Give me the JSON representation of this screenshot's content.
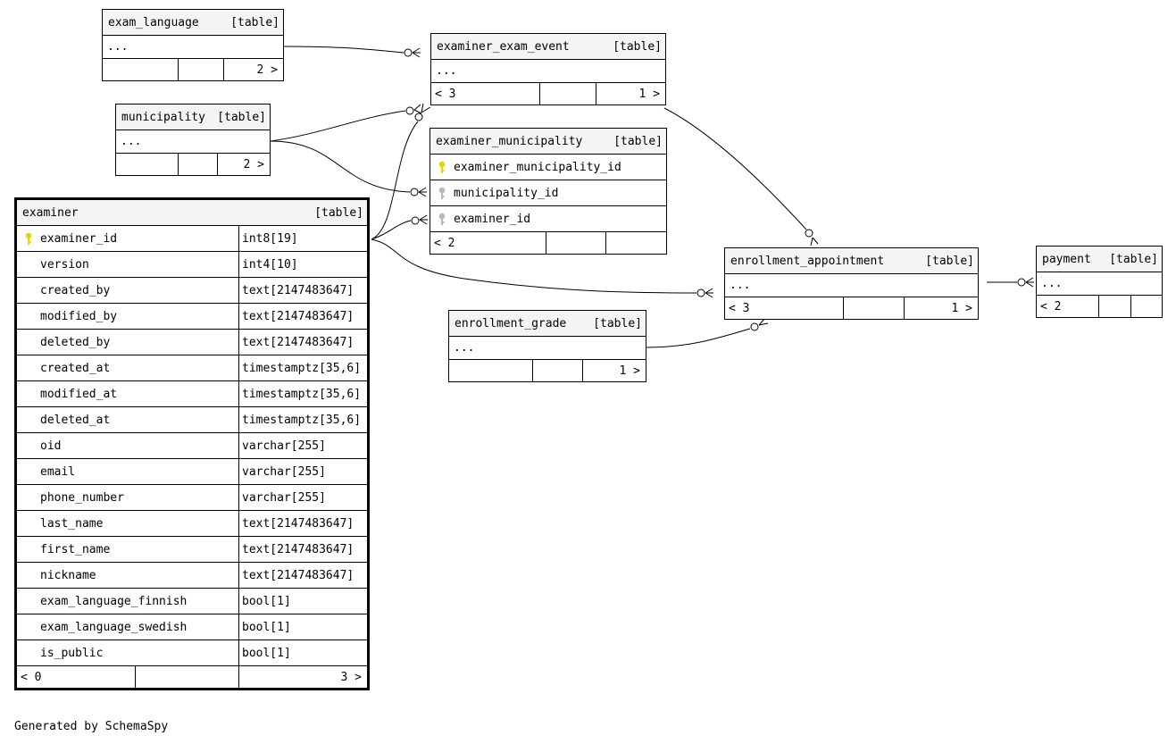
{
  "tag_label": "[table]",
  "ellipsis": "...",
  "generated_by": "Generated by SchemaSpy",
  "colors": {
    "primary_key": "#e6d600",
    "foreign_key": "#b8b8b8",
    "header_bg": "#f4f4f4"
  },
  "tables": {
    "exam_language": {
      "name": "exam_language",
      "foot": [
        "",
        "",
        "2 >"
      ]
    },
    "examiner_exam_event": {
      "name": "examiner_exam_event",
      "foot": [
        "< 3",
        "",
        "1 >"
      ]
    },
    "municipality": {
      "name": "municipality",
      "foot": [
        "",
        "",
        "2 >"
      ]
    },
    "examiner_municipality": {
      "name": "examiner_municipality",
      "columns": [
        {
          "name": "examiner_municipality_id",
          "key": "primary-key-icon"
        },
        {
          "name": "municipality_id",
          "key": "foreign-key-icon"
        },
        {
          "name": "examiner_id",
          "key": "foreign-key-icon"
        }
      ],
      "foot": [
        "< 2",
        "",
        ""
      ]
    },
    "examiner": {
      "name": "examiner",
      "columns": [
        {
          "name": "examiner_id",
          "type": "int8[19]",
          "key": "primary-key-icon"
        },
        {
          "name": "version",
          "type": "int4[10]"
        },
        {
          "name": "created_by",
          "type": "text[2147483647]"
        },
        {
          "name": "modified_by",
          "type": "text[2147483647]"
        },
        {
          "name": "deleted_by",
          "type": "text[2147483647]"
        },
        {
          "name": "created_at",
          "type": "timestamptz[35,6]"
        },
        {
          "name": "modified_at",
          "type": "timestamptz[35,6]"
        },
        {
          "name": "deleted_at",
          "type": "timestamptz[35,6]"
        },
        {
          "name": "oid",
          "type": "varchar[255]"
        },
        {
          "name": "email",
          "type": "varchar[255]"
        },
        {
          "name": "phone_number",
          "type": "varchar[255]"
        },
        {
          "name": "last_name",
          "type": "text[2147483647]"
        },
        {
          "name": "first_name",
          "type": "text[2147483647]"
        },
        {
          "name": "nickname",
          "type": "text[2147483647]"
        },
        {
          "name": "exam_language_finnish",
          "type": "bool[1]"
        },
        {
          "name": "exam_language_swedish",
          "type": "bool[1]"
        },
        {
          "name": "is_public",
          "type": "bool[1]"
        }
      ],
      "foot": [
        "< 0",
        "",
        "3 >"
      ]
    },
    "enrollment_appointment": {
      "name": "enrollment_appointment",
      "foot": [
        "< 3",
        "",
        "1 >"
      ]
    },
    "enrollment_grade": {
      "name": "enrollment_grade",
      "foot": [
        "",
        "",
        "1 >"
      ]
    },
    "payment": {
      "name": "payment",
      "foot": [
        "< 2",
        "",
        ""
      ]
    }
  }
}
